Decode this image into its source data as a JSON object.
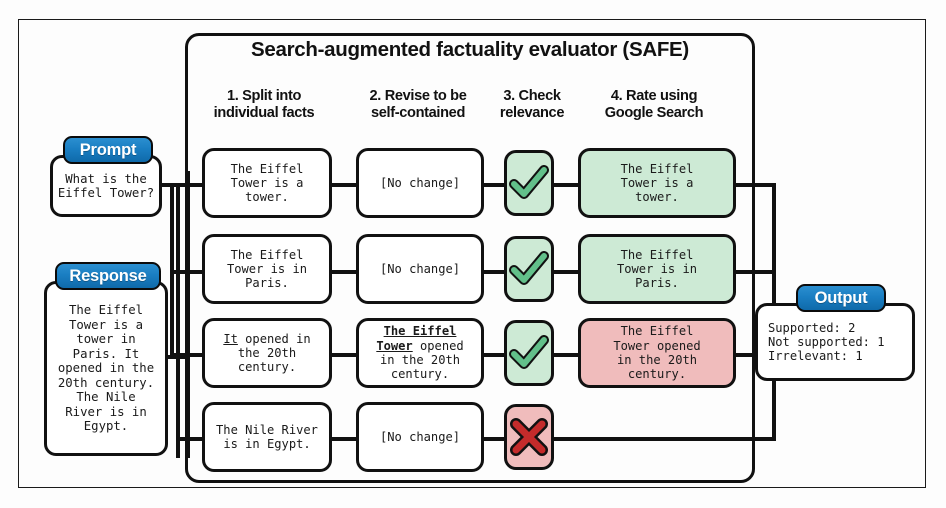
{
  "diagram": {
    "title": "Search-augmented factuality evaluator (SAFE)",
    "colors": {
      "accent_blue": "#1a7ec2",
      "supported_green": "#cdead5",
      "not_supported_red": "#f0bcbc",
      "check_green": "#62c08a",
      "cross_red": "#c42b2b",
      "outline": "#111111"
    }
  },
  "columns": [
    {
      "label": "1. Split into\nindividual facts",
      "name": "split-into-individual-facts"
    },
    {
      "label": "2. Revise to be\nself-contained",
      "name": "revise-to-be-self-contained"
    },
    {
      "label": "3. Check\nrelevance",
      "name": "check-relevance"
    },
    {
      "label": "4. Rate using\nGoogle Search",
      "name": "rate-using-google-search"
    }
  ],
  "inputs": {
    "prompt": {
      "label": "Prompt",
      "text": "What is the\nEiffel Tower?"
    },
    "response": {
      "label": "Response",
      "text": "The Eiffel\nTower is a\ntower in\nParis. It\nopened in the\n20th century.\nThe Nile\nRiver is in\nEgypt."
    }
  },
  "rows": [
    {
      "fact": "The Eiffel\nTower is a\ntower.",
      "fact_prefix": "",
      "revision": "[No change]",
      "revision_bold_prefix": "",
      "revision_rest": "",
      "relevance": "check",
      "relevance_icon": "check-icon",
      "rating": "The Eiffel\nTower is a\ntower.",
      "rating_status": "supported"
    },
    {
      "fact": "The Eiffel\nTower is in\nParis.",
      "fact_prefix": "",
      "revision": "[No change]",
      "revision_bold_prefix": "",
      "revision_rest": "",
      "relevance": "check",
      "relevance_icon": "check-icon",
      "rating": "The Eiffel\nTower is in\nParis.",
      "rating_status": "supported"
    },
    {
      "fact": " opened in\nthe 20th\ncentury.",
      "fact_prefix": "It",
      "revision": "",
      "revision_bold_prefix": "The Eiffel\nTower",
      "revision_rest": " opened\nin the 20th\ncentury.",
      "relevance": "check",
      "relevance_icon": "check-icon",
      "rating": "The Eiffel\nTower opened\nin the 20th\ncentury.",
      "rating_status": "not_supported"
    },
    {
      "fact": "The Nile River\nis in Egypt.",
      "fact_prefix": "",
      "revision": "[No change]",
      "revision_bold_prefix": "",
      "revision_rest": "",
      "relevance": "cross",
      "relevance_icon": "cross-icon",
      "rating": "",
      "rating_status": "irrelevant"
    }
  ],
  "output": {
    "label": "Output",
    "lines": "Supported: 2\nNot supported: 1\nIrrelevant: 1"
  }
}
